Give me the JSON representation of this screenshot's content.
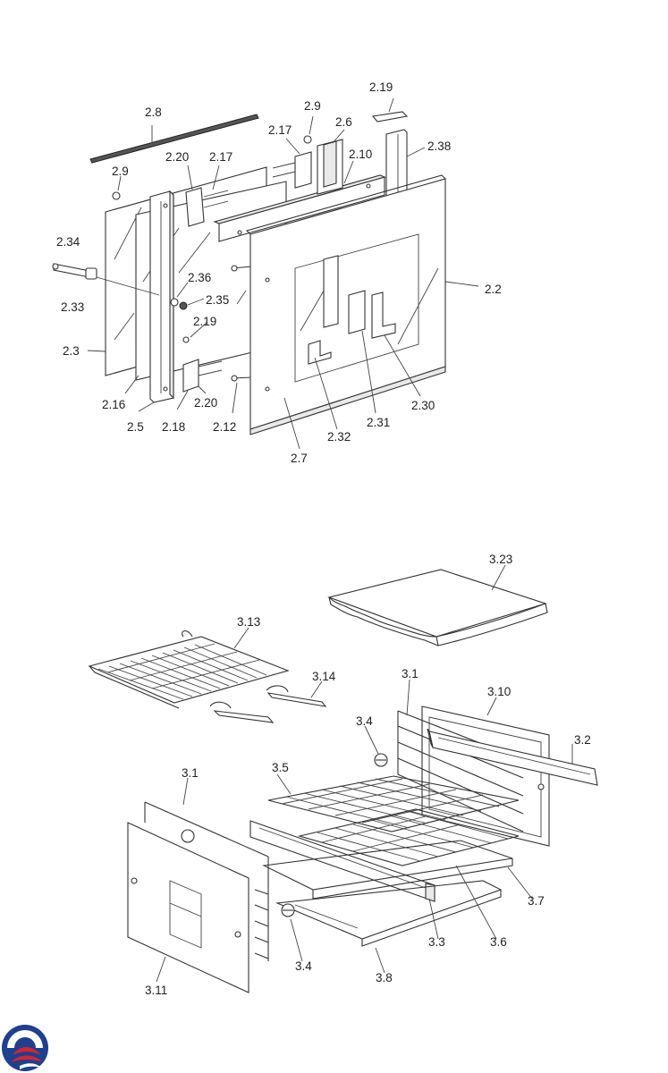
{
  "top_diagram": {
    "labels": [
      {
        "id": "t-2.8",
        "text": "2.8"
      },
      {
        "id": "t-2.19a",
        "text": "2.19"
      },
      {
        "id": "t-2.9a",
        "text": "2.9"
      },
      {
        "id": "t-2.6",
        "text": "2.6"
      },
      {
        "id": "t-2.17a",
        "text": "2.17"
      },
      {
        "id": "t-2.38",
        "text": "2.38"
      },
      {
        "id": "t-2.20a",
        "text": "2.20"
      },
      {
        "id": "t-2.17b",
        "text": "2.17"
      },
      {
        "id": "t-2.10",
        "text": "2.10"
      },
      {
        "id": "t-2.9b",
        "text": "2.9"
      },
      {
        "id": "t-2.34",
        "text": "2.34"
      },
      {
        "id": "t-2.36",
        "text": "2.36"
      },
      {
        "id": "t-2.35",
        "text": "2.35"
      },
      {
        "id": "t-2.2",
        "text": "2.2"
      },
      {
        "id": "t-2.33",
        "text": "2.33"
      },
      {
        "id": "t-2.19b",
        "text": "2.19"
      },
      {
        "id": "t-2.3",
        "text": "2.3"
      },
      {
        "id": "t-2.16",
        "text": "2.16"
      },
      {
        "id": "t-2.20b",
        "text": "2.20"
      },
      {
        "id": "t-2.5",
        "text": "2.5"
      },
      {
        "id": "t-2.18",
        "text": "2.18"
      },
      {
        "id": "t-2.12",
        "text": "2.12"
      },
      {
        "id": "t-2.32",
        "text": "2.32"
      },
      {
        "id": "t-2.31",
        "text": "2.31"
      },
      {
        "id": "t-2.30",
        "text": "2.30"
      },
      {
        "id": "t-2.7",
        "text": "2.7"
      }
    ]
  },
  "bottom_diagram": {
    "labels": [
      {
        "id": "b-3.23",
        "text": "3.23"
      },
      {
        "id": "b-3.13",
        "text": "3.13"
      },
      {
        "id": "b-3.14",
        "text": "3.14"
      },
      {
        "id": "b-3.1a",
        "text": "3.1"
      },
      {
        "id": "b-3.10",
        "text": "3.10"
      },
      {
        "id": "b-3.4a",
        "text": "3.4"
      },
      {
        "id": "b-3.2",
        "text": "3.2"
      },
      {
        "id": "b-3.5",
        "text": "3.5"
      },
      {
        "id": "b-3.1b",
        "text": "3.1"
      },
      {
        "id": "b-3.7",
        "text": "3.7"
      },
      {
        "id": "b-3.3",
        "text": "3.3"
      },
      {
        "id": "b-3.6",
        "text": "3.6"
      },
      {
        "id": "b-3.4b",
        "text": "3.4"
      },
      {
        "id": "b-3.8",
        "text": "3.8"
      },
      {
        "id": "b-3.11",
        "text": "3.11"
      }
    ]
  },
  "logo": {
    "icon": "brand-logo-icon",
    "colors": [
      "#1f3f8f",
      "#d22630"
    ]
  }
}
